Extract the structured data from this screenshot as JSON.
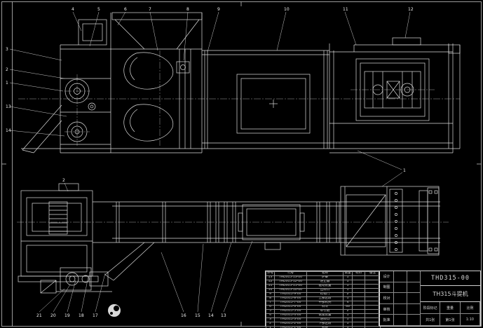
{
  "title_block": {
    "drawing_number": "THD315-00",
    "product_name": "TH315斗提机",
    "fields": [
      "设计",
      "制图",
      "校对",
      "审核",
      "批准"
    ],
    "meta": [
      "阶段标记",
      "重量",
      "比例"
    ],
    "sheet_note": "共1张",
    "sheet_note2": "第1张",
    "scale_value": "1:10"
  },
  "bom": {
    "headers": [
      "序号",
      "代号",
      "名称",
      "数量",
      "材料",
      "备注"
    ],
    "rows": [
      {
        "seq": "13",
        "code": "THD315-13-00",
        "name": "护罩",
        "qty": "1",
        "mat": "",
        "note": ""
      },
      {
        "seq": "12",
        "code": "THD315-12-00",
        "name": "逆止器",
        "qty": "1",
        "mat": "",
        "note": ""
      },
      {
        "seq": "11",
        "code": "THD315-11-00",
        "name": "驱动装置",
        "qty": "1",
        "mat": "",
        "note": ""
      },
      {
        "seq": "10",
        "code": "THD315-10-00",
        "name": "出料口",
        "qty": "1",
        "mat": "",
        "note": ""
      },
      {
        "seq": "9",
        "code": "THD315-9-00",
        "name": "检视门",
        "qty": "2",
        "mat": "",
        "note": ""
      },
      {
        "seq": "8",
        "code": "THD315-8-00",
        "name": "上部区段",
        "qty": "1",
        "mat": "",
        "note": ""
      },
      {
        "seq": "7",
        "code": "THD315-7-00",
        "name": "中部机壳",
        "qty": "4",
        "mat": "",
        "note": ""
      },
      {
        "seq": "6",
        "code": "THD315-6-00",
        "name": "料斗",
        "qty": "46",
        "mat": "",
        "note": ""
      },
      {
        "seq": "5",
        "code": "THD315-5-00",
        "name": "牵引链",
        "qty": "2",
        "mat": "",
        "note": ""
      },
      {
        "seq": "4",
        "code": "THD315-4-00",
        "name": "张紧装置",
        "qty": "1",
        "mat": "",
        "note": ""
      },
      {
        "seq": "3",
        "code": "THD315-3-00",
        "name": "进料口",
        "qty": "1",
        "mat": "",
        "note": ""
      },
      {
        "seq": "2",
        "code": "THD315-2-00",
        "name": "下部区段",
        "qty": "1",
        "mat": "",
        "note": ""
      },
      {
        "seq": "1",
        "code": "THD315-1-00",
        "name": "机座",
        "qty": "1",
        "mat": "",
        "note": ""
      }
    ]
  },
  "balloons": {
    "top": [
      "4",
      "5",
      "6",
      "7",
      "8",
      "9",
      "10",
      "11",
      "12"
    ],
    "left": [
      "3",
      "2",
      "1",
      "13",
      "14"
    ],
    "mid": [
      "1"
    ],
    "plan_top": [
      "2"
    ],
    "bottom_left": [
      "21",
      "20",
      "19",
      "18",
      "17"
    ],
    "bottom_center": [
      "16",
      "15",
      "14",
      "13"
    ]
  }
}
